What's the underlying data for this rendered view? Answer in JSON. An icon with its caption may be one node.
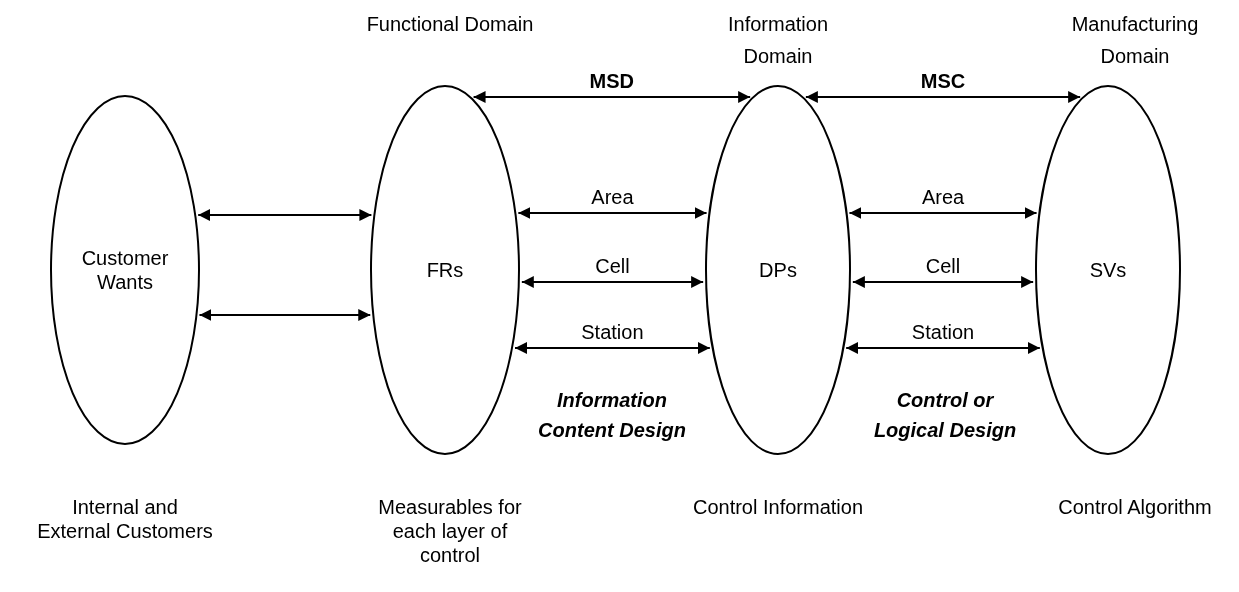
{
  "diagram": {
    "nodes": [
      {
        "text": [
          "Customer Wants"
        ],
        "beside": [
          "Internal and External Customers"
        ]
      },
      {
        "text": [
          "Functional Domain",
          "FRs"
        ],
        "beside": [
          "Measurables for each layer of control"
        ]
      },
      {
        "text": [
          "Information Domain",
          "DPs"
        ],
        "beside": [
          "Control Information"
        ]
      },
      {
        "text": [
          "Manufacturing Domain",
          "SVs"
        ],
        "beside": [
          "Control Algorithm"
        ]
      }
    ],
    "edges": [
      {
        "from": 0,
        "to": 1,
        "arrow": "both"
      },
      {
        "from": 0,
        "to": 1,
        "arrow": "both"
      },
      {
        "from": 1,
        "to": 2,
        "arrow": "both",
        "label": "MSD"
      },
      {
        "from": 1,
        "to": 2,
        "arrow": "both",
        "label": "Area"
      },
      {
        "from": 1,
        "to": 2,
        "arrow": "both",
        "label": "Cell"
      },
      {
        "from": 1,
        "to": 2,
        "arrow": "both",
        "label": "Station"
      },
      {
        "from": 2,
        "to": 3,
        "arrow": "both",
        "label": "MSC"
      },
      {
        "from": 2,
        "to": 3,
        "arrow": "both",
        "label": "Area"
      },
      {
        "from": 2,
        "to": 3,
        "arrow": "both",
        "label": "Cell"
      },
      {
        "from": 2,
        "to": 3,
        "arrow": "both",
        "label": "Station"
      }
    ],
    "labels": [
      "Information Content Design",
      "Control or Logical Design"
    ]
  }
}
